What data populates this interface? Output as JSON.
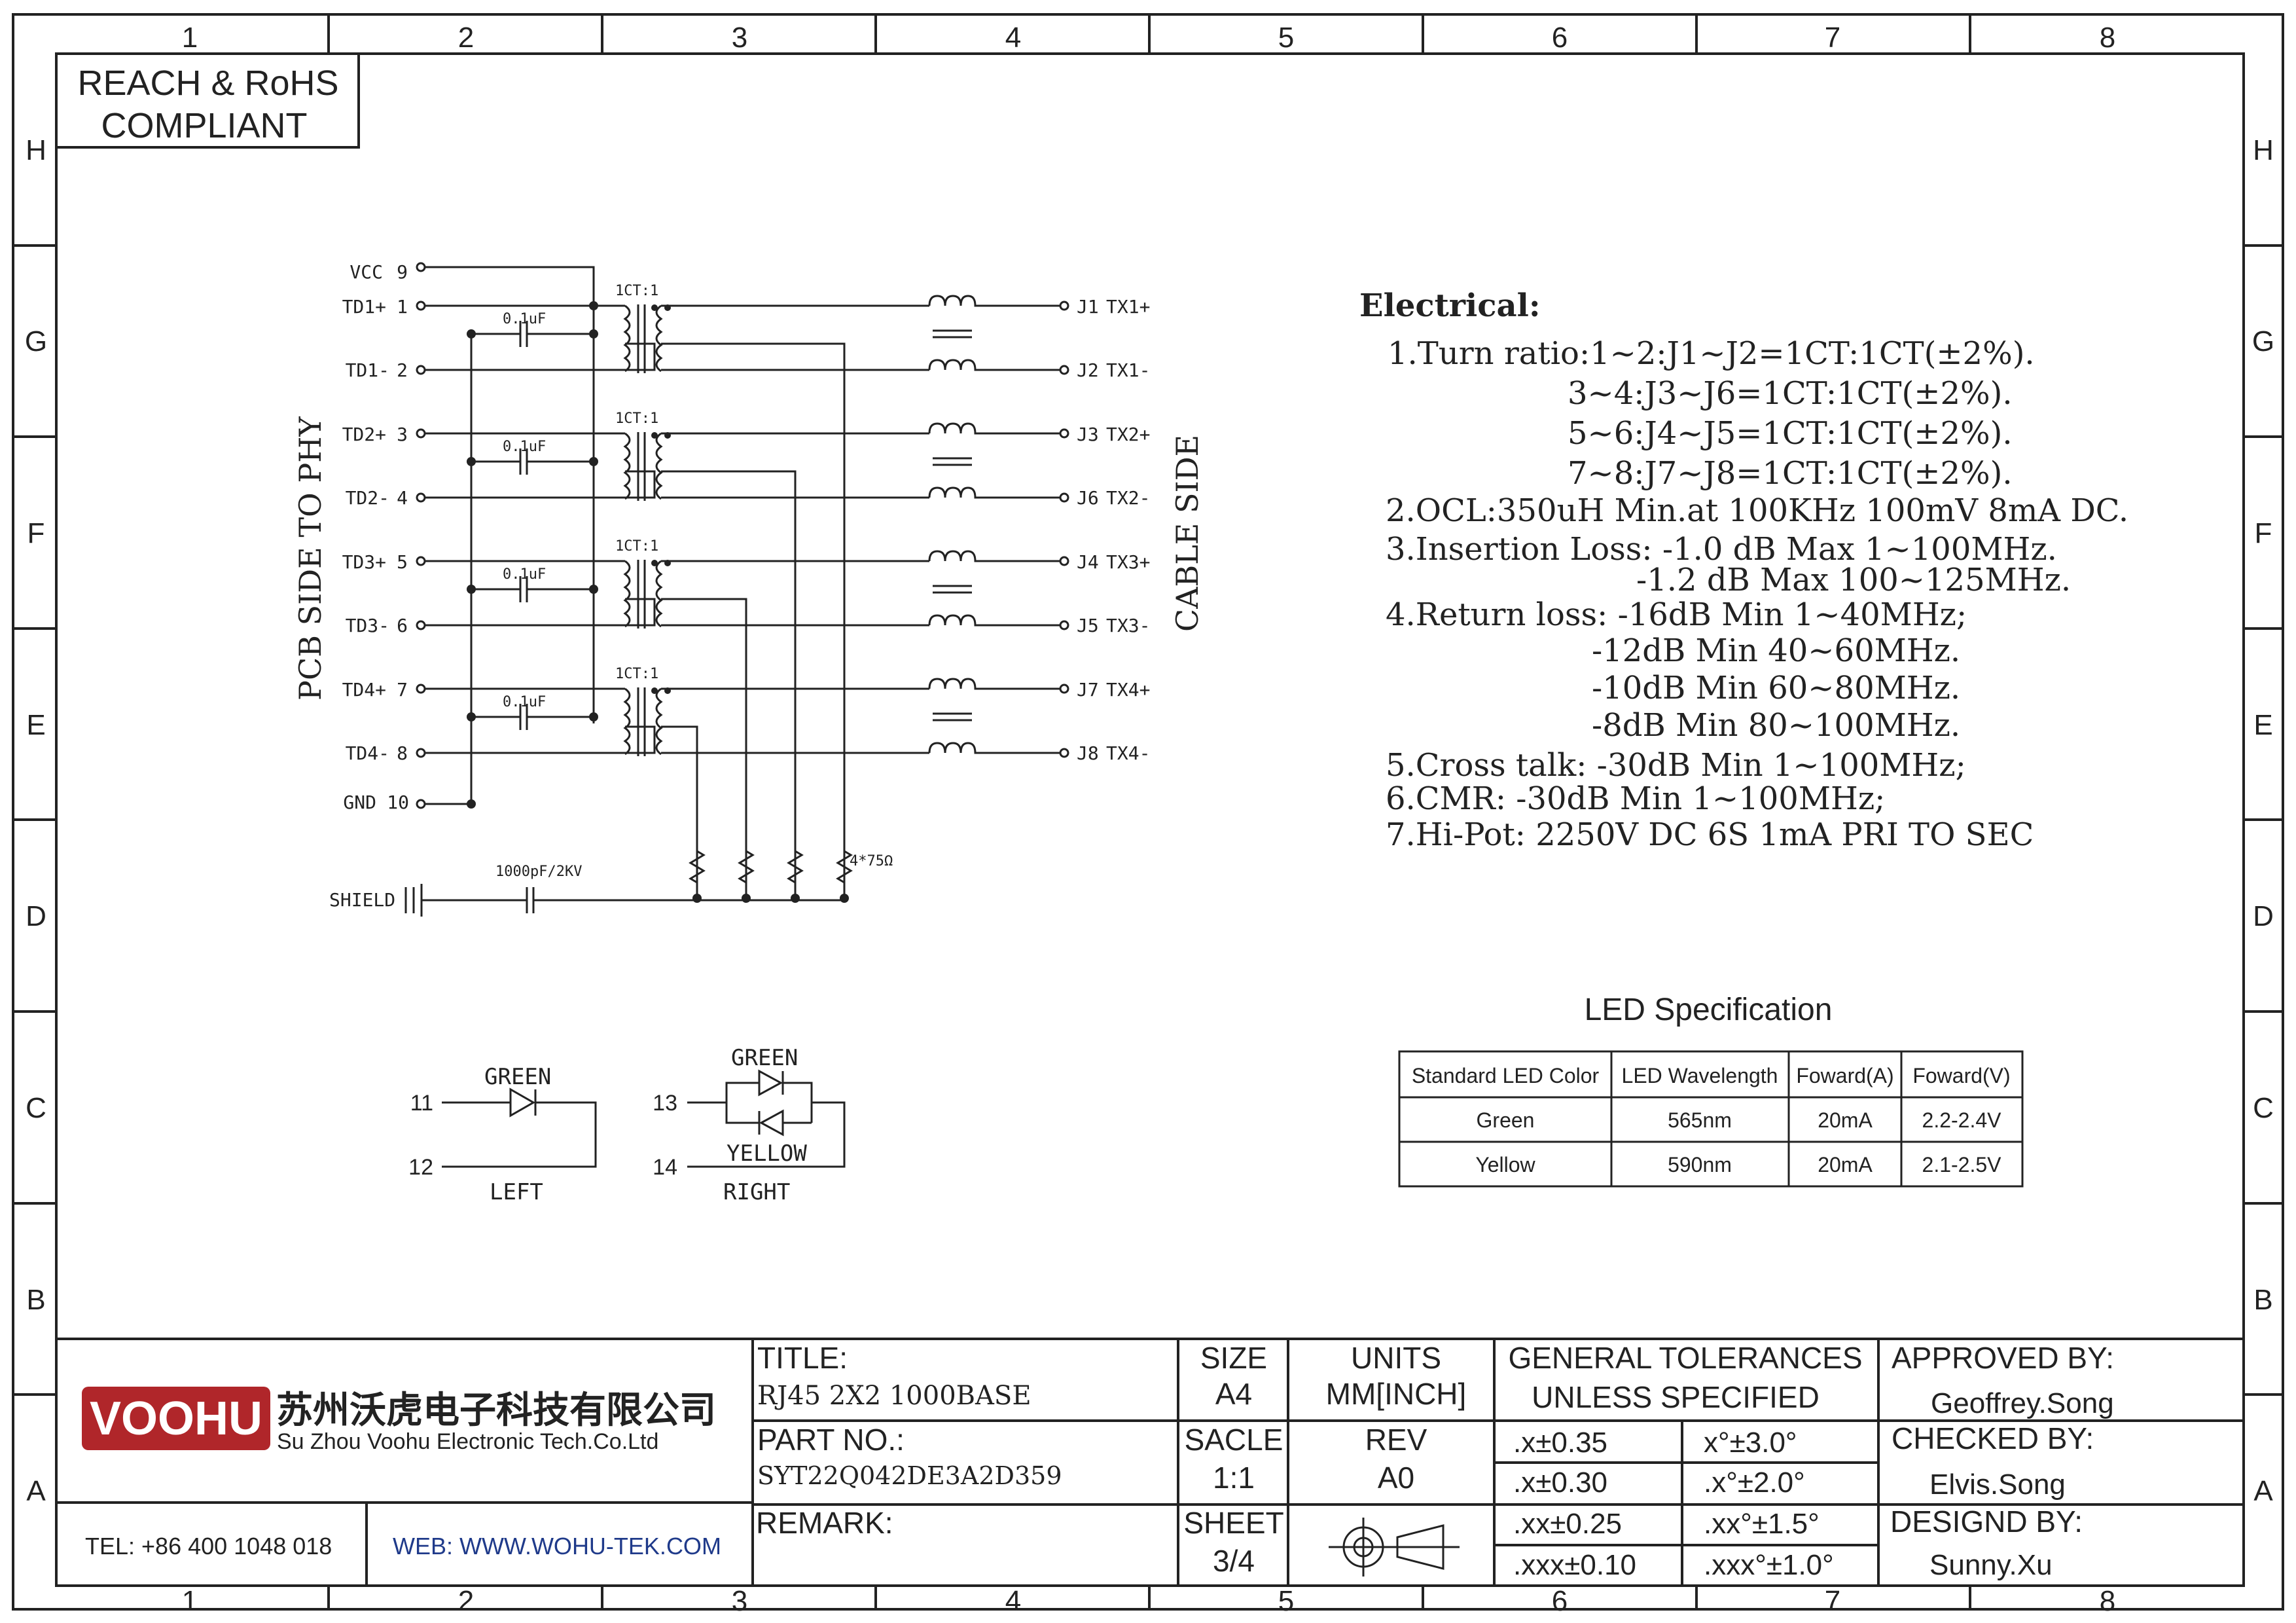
{
  "frame": {
    "col_labels": [
      "1",
      "2",
      "3",
      "4",
      "5",
      "6",
      "7",
      "8"
    ],
    "row_labels": [
      "H",
      "G",
      "F",
      "E",
      "D",
      "C",
      "B",
      "A"
    ]
  },
  "compliance": {
    "line1": "REACH & RoHS",
    "line2": "COMPLIANT"
  },
  "schematic": {
    "pcb_side_label": "PCB SIDE TO PHY",
    "cable_side_label": "CABLE SIDE",
    "left_pins": [
      {
        "name": "VCC",
        "num": "9"
      },
      {
        "name": "TD1+",
        "num": "1"
      },
      {
        "name": "TD1-",
        "num": "2"
      },
      {
        "name": "TD2+",
        "num": "3"
      },
      {
        "name": "TD2-",
        "num": "4"
      },
      {
        "name": "TD3+",
        "num": "5"
      },
      {
        "name": "TD3-",
        "num": "6"
      },
      {
        "name": "TD4+",
        "num": "7"
      },
      {
        "name": "TD4-",
        "num": "8"
      },
      {
        "name": "GND",
        "num": "10"
      }
    ],
    "right_pins": [
      {
        "num": "J1",
        "name": "TX1+"
      },
      {
        "num": "J2",
        "name": "TX1-"
      },
      {
        "num": "J3",
        "name": "TX2+"
      },
      {
        "num": "J6",
        "name": "TX2-"
      },
      {
        "num": "J4",
        "name": "TX3+"
      },
      {
        "num": "J5",
        "name": "TX3-"
      },
      {
        "num": "J7",
        "name": "TX4+"
      },
      {
        "num": "J8",
        "name": "TX4-"
      }
    ],
    "cap_label": "0.1uF",
    "ratio_label": "1CT:1",
    "shield_label": "SHIELD",
    "shield_cap_label": "1000pF/2KV",
    "resistor_label": "4*75Ω"
  },
  "leds": {
    "left": {
      "color": "GREEN",
      "pin_a": "11",
      "pin_b": "12",
      "side": "LEFT"
    },
    "right": {
      "color_top": "GREEN",
      "color_bottom": "YELLOW",
      "pin_a": "13",
      "pin_b": "14",
      "side": "RIGHT"
    }
  },
  "electrical": {
    "heading": "Electrical:",
    "lines": [
      "1.Turn ratio:1~2:J1~J2=1CT:1CT(±2%).",
      "3~4:J3~J6=1CT:1CT(±2%).",
      "5~6:J4~J5=1CT:1CT(±2%).",
      "7~8:J7~J8=1CT:1CT(±2%).",
      "2.OCL:350uH Min.at 100KHz 100mV 8mA DC.",
      "3.Insertion Loss: -1.0 dB Max 1~100MHz.",
      "-1.2 dB Max 100~125MHz.",
      "4.Return loss: -16dB Min 1~40MHz;",
      "-12dB Min 40~60MHz.",
      "-10dB Min 60~80MHz.",
      "-8dB Min 80~100MHz.",
      "5.Cross talk: -30dB Min 1~100MHz;",
      "6.CMR: -30dB Min 1~100MHz;",
      "7.Hi-Pot: 2250V DC 6S 1mA PRI TO SEC"
    ]
  },
  "led_spec": {
    "title": "LED Specification",
    "headers": [
      "Standard LED Color",
      "LED Wavelength",
      "Foward(A)",
      "Foward(V)"
    ],
    "rows": [
      [
        "Green",
        "565nm",
        "20mA",
        "2.2-2.4V"
      ],
      [
        "Yellow",
        "590nm",
        "20mA",
        "2.1-2.5V"
      ]
    ]
  },
  "title_block": {
    "logo_text": "VOOHU",
    "company_cn": "苏州沃虎电子科技有限公司",
    "company_en": "Su Zhou Voohu Electronic Tech.Co.Ltd",
    "tel": "TEL: +86 400 1048 018",
    "web": "WEB: WWW.WOHU-TEK.COM",
    "title_label": "TITLE:",
    "title_value": "RJ45 2X2 1000BASE",
    "part_label": "PART NO.:",
    "part_value": "SYT22Q042DE3A2D359",
    "remark_label": "REMARK:",
    "size_label": "SIZE",
    "size_value": "A4",
    "units_label": "UNITS",
    "units_value": "MM[INCH]",
    "scale_label": "SACLE",
    "scale_value": "1:1",
    "rev_label": "REV",
    "rev_value": "A0",
    "sheet_label": "SHEET",
    "sheet_value": "3/4",
    "tol_line1": "GENERAL TOLERANCES",
    "tol_line2": "UNLESS SPECIFIED",
    "tolerances": [
      [
        ".x±0.35",
        "x°±3.0°"
      ],
      [
        ".x±0.30",
        ".x°±2.0°"
      ],
      [
        ".xx±0.25",
        ".xx°±1.5°"
      ],
      [
        ".xxx±0.10",
        ".xxx°±1.0°"
      ]
    ],
    "approved_label": "APPROVED BY:",
    "approved_value": "Geoffrey.Song",
    "checked_label": "CHECKED BY:",
    "checked_value": "Elvis.Song",
    "designed_label": "DESIGND BY:",
    "designed_value": "Sunny.Xu"
  },
  "colors": {
    "logo_bg": "#b0262a",
    "ink": "#222222",
    "web_blue": "#1f3a8a"
  }
}
